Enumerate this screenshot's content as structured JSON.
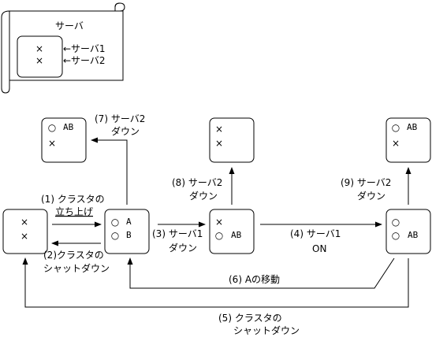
{
  "legend": {
    "title": "サーバ",
    "row1_mark": "×",
    "row1_label": "←サーバ1",
    "row2_mark": "×",
    "row2_label": "←サーバ2"
  },
  "states": {
    "s0": {
      "r1": "×",
      "r2": "×"
    },
    "s1": {
      "r1a": "○",
      "r1b": "A",
      "r2a": "○",
      "r2b": "B"
    },
    "s2": {
      "r1": "×",
      "r2a": "○",
      "r2b": "AB"
    },
    "s3": {
      "r1a": "○",
      "r2a": "○",
      "r2b": "AB"
    },
    "s7": {
      "r1a": "○",
      "r1b": "AB",
      "r2": "×"
    },
    "s8": {
      "r1": "×",
      "r2": "×"
    },
    "s9": {
      "r1a": "○",
      "r1b": "AB",
      "r2": "×"
    }
  },
  "labels": {
    "t1_l1": "(1) クラスタの",
    "t1_l2": "立ち上げ",
    "t2_l1": "(2)クラスタの",
    "t2_l2": "シャットダウン",
    "t3_l1": "(3) サーバ1",
    "t3_l2": "ダウン",
    "t4_l1": "(4) サーバ1",
    "t4_l2": "ON",
    "t5_l1": "(5) クラスタの",
    "t5_l2": "シャットダウン",
    "t6": "(6) Aの移動",
    "t7_l1": "(7) サーバ2",
    "t7_l2": "ダウン",
    "t8_l1": "(8) サーバ2",
    "t8_l2": "ダウン",
    "t9_l1": "(9) サーバ2",
    "t9_l2": "ダウン"
  }
}
